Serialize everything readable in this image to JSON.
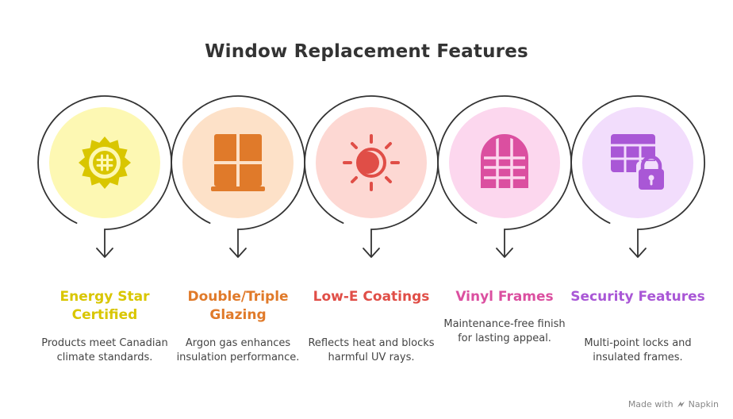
{
  "title": "Window Replacement Features",
  "features": [
    {
      "icon": "sun-certified-icon",
      "title": "Energy Star Certified",
      "description": "Products meet Canadian climate standards.",
      "color": "#D9C600",
      "bg": "#FDF8B3"
    },
    {
      "icon": "window-panes-icon",
      "title": "Double/Triple Glazing",
      "description": "Argon gas enhances insulation performance.",
      "color": "#E07A2A",
      "bg": "#FDE1C8"
    },
    {
      "icon": "sun-moon-icon",
      "title": "Low-E Coatings",
      "description": "Reflects heat and blocks harmful UV rays.",
      "color": "#E04E47",
      "bg": "#FDD8D3"
    },
    {
      "icon": "arched-window-icon",
      "title": "Vinyl Frames",
      "description": "Maintenance-free finish for lasting appeal.",
      "color": "#DB4FA0",
      "bg": "#FCD7EE"
    },
    {
      "icon": "window-lock-icon",
      "title": "Security Features",
      "description": "Multi-point locks and insulated frames.",
      "color": "#A957D6",
      "bg": "#F2DDFC"
    }
  ],
  "footer": {
    "label": "Made with",
    "brand": "Napkin"
  }
}
